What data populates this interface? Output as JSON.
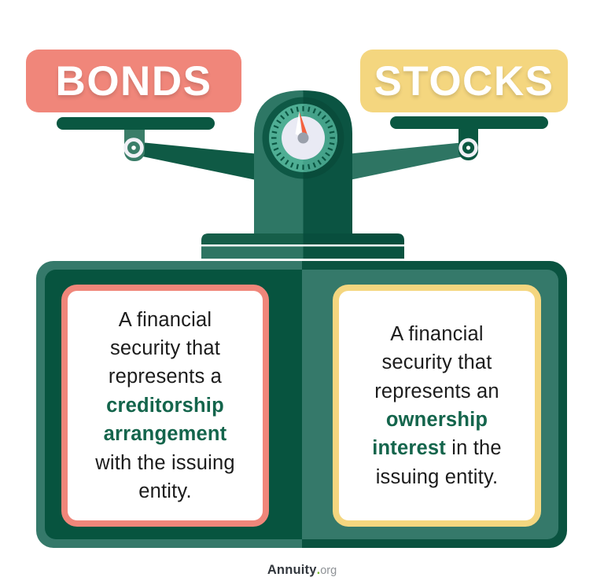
{
  "header": {
    "bonds_label": "BONDS",
    "stocks_label": "STOCKS"
  },
  "definitions": {
    "bonds": {
      "lines": [
        [
          {
            "t": "A financial",
            "b": 0
          }
        ],
        [
          {
            "t": "security that",
            "b": 0
          }
        ],
        [
          {
            "t": "represents a",
            "b": 0
          }
        ],
        [
          {
            "t": "creditorship",
            "b": 1
          }
        ],
        [
          {
            "t": "arrangement",
            "b": 1
          }
        ],
        [
          {
            "t": "with the issuing",
            "b": 0
          }
        ],
        [
          {
            "t": "entity.",
            "b": 0
          }
        ]
      ]
    },
    "stocks": {
      "lines": [
        [
          {
            "t": "A financial",
            "b": 0
          }
        ],
        [
          {
            "t": "security that",
            "b": 0
          }
        ],
        [
          {
            "t": "represents an",
            "b": 0
          }
        ],
        [
          {
            "t": "ownership",
            "b": 1
          }
        ],
        [
          {
            "t": "interest",
            "b": 1
          },
          {
            "t": " in the",
            "b": 0
          }
        ],
        [
          {
            "t": "issuing entity.",
            "b": 0
          }
        ]
      ]
    }
  },
  "footer": {
    "brand": "Annuity",
    "dot": ".",
    "tld": "org"
  },
  "illustration": {
    "name": "balance-scale"
  },
  "colors": {
    "coral": "#F0867A",
    "yellow": "#F4D67F",
    "dark_green": "#0A5741",
    "medium_green": "#2E7765",
    "panel_frame_green": "#35796A",
    "panel_fill_dark": "#07543F",
    "dial_teal": "#4FAE94",
    "dial_face": "#E9EAF4",
    "needle_orange": "#F4613F",
    "highlight_green": "#14654C",
    "text_dark": "#1C1C1C"
  }
}
